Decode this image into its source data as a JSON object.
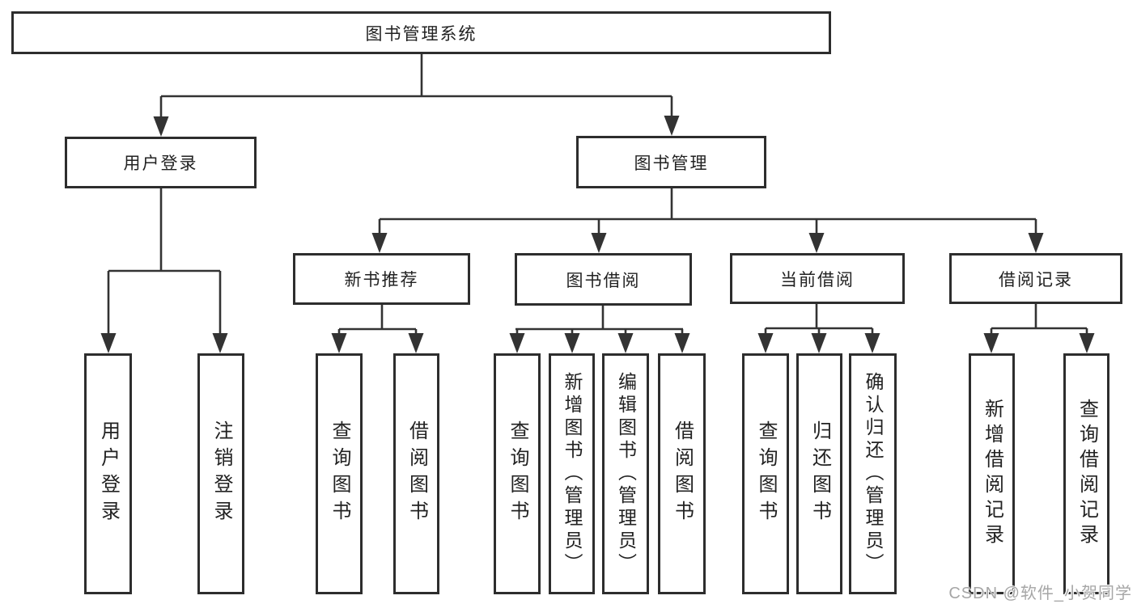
{
  "diagram": {
    "root": {
      "label": "图书管理系统",
      "children": [
        {
          "label": "用户登录",
          "children": [
            {
              "label": "用户登录"
            },
            {
              "label": "注销登录"
            }
          ]
        },
        {
          "label": "图书管理",
          "children": [
            {
              "label": "新书推荐",
              "children": [
                {
                  "label": "查询图书"
                },
                {
                  "label": "借阅图书"
                }
              ]
            },
            {
              "label": "图书借阅",
              "children": [
                {
                  "label": "查询图书"
                },
                {
                  "label": "新增图书（管理员）"
                },
                {
                  "label": "编辑图书（管理员）"
                },
                {
                  "label": "借阅图书"
                }
              ]
            },
            {
              "label": "当前借阅",
              "children": [
                {
                  "label": "查询图书"
                },
                {
                  "label": "归还图书"
                },
                {
                  "label": "确认归还（管理员）"
                }
              ]
            },
            {
              "label": "借阅记录",
              "children": [
                {
                  "label": "新增借阅记录"
                },
                {
                  "label": "查询借阅记录"
                }
              ]
            }
          ]
        }
      ]
    }
  },
  "watermark": {
    "text": "CSDN @软件_小贺同学"
  },
  "colors": {
    "background": "#ffffff",
    "box_border": "#2d2d2d",
    "connector_line": "#333333",
    "text": "#222222",
    "watermark_text": "#a6a6a6"
  }
}
